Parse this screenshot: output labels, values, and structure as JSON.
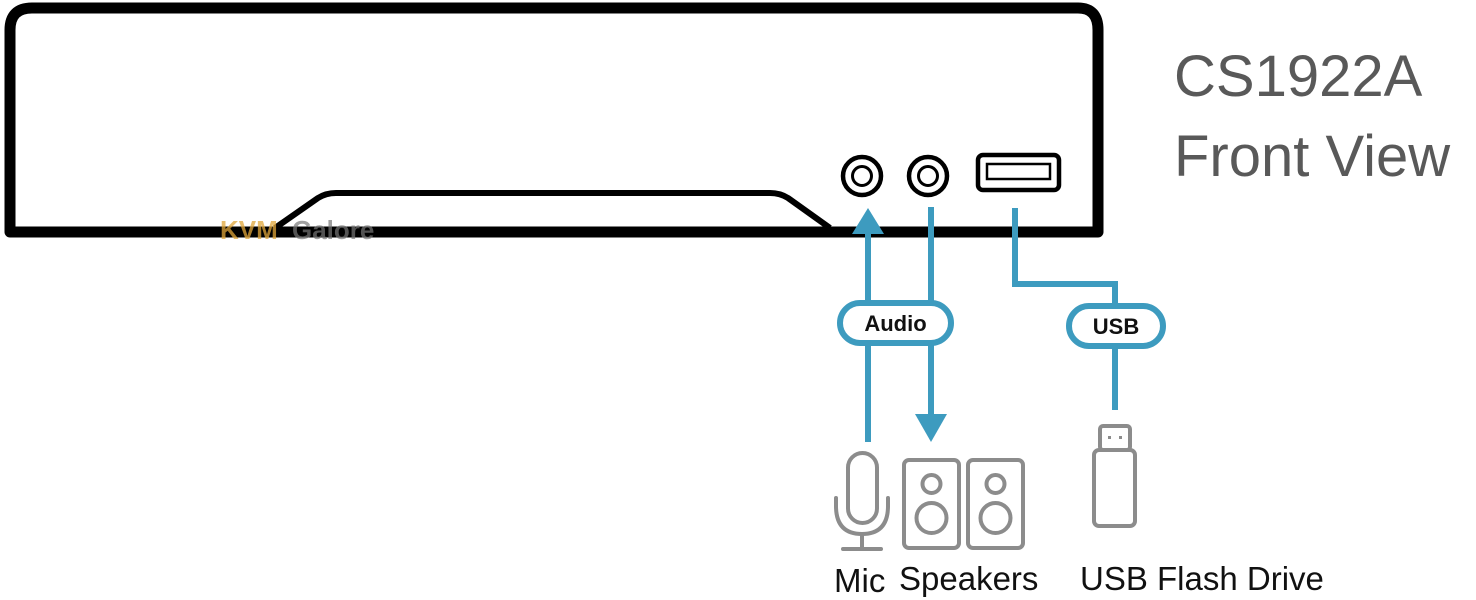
{
  "title": {
    "model": "CS1922A",
    "view": "Front View"
  },
  "watermark": {
    "part1": "KVM",
    "part2": "Galore"
  },
  "ports": [
    {
      "id": "mic-jack",
      "type": "audio-jack"
    },
    {
      "id": "speaker-jack",
      "type": "audio-jack"
    },
    {
      "id": "usb-port",
      "type": "usb-a"
    }
  ],
  "groups": {
    "audio": "Audio",
    "usb": "USB"
  },
  "devices": {
    "mic": {
      "label": "Mic",
      "icon": "microphone-icon"
    },
    "speakers": {
      "label": "Speakers",
      "icon": "speakers-icon"
    },
    "usb_drive": {
      "label": "USB Flash Drive",
      "icon": "usb-flash-drive-icon"
    }
  },
  "colors": {
    "outline": "#000000",
    "connector": "#3d9bbf",
    "device_icon": "#8c8c8c",
    "title": "#595959"
  }
}
